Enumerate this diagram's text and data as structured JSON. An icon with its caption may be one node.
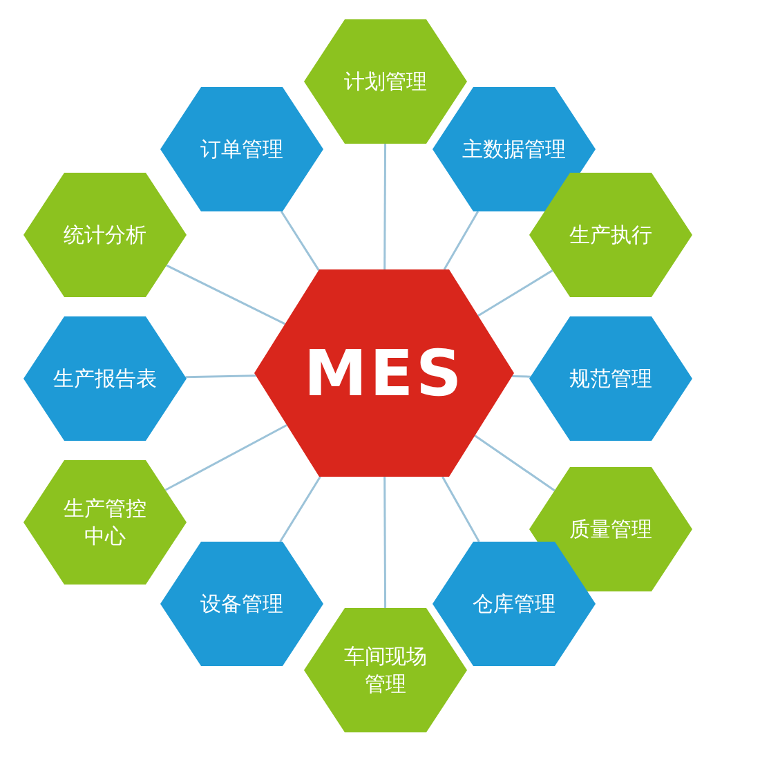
{
  "diagram": {
    "nodes": [
      {
        "text": [
          "MES"
        ]
      },
      {
        "text": [
          "计划管理"
        ]
      },
      {
        "text": [
          "主数据管理"
        ]
      },
      {
        "text": [
          "生产执行"
        ]
      },
      {
        "text": [
          "规范管理"
        ]
      },
      {
        "text": [
          "质量管理"
        ]
      },
      {
        "text": [
          "仓库管理"
        ]
      },
      {
        "text": [
          "车间现场管理"
        ]
      },
      {
        "text": [
          "设备管理"
        ]
      },
      {
        "text": [
          "生产管控中心"
        ]
      },
      {
        "text": [
          "生产报告表"
        ]
      },
      {
        "text": [
          "统计分析"
        ]
      },
      {
        "text": [
          "订单管理"
        ]
      }
    ],
    "edges": [
      {
        "from": 0,
        "to": 1,
        "arrow": "none"
      },
      {
        "from": 0,
        "to": 2,
        "arrow": "none"
      },
      {
        "from": 0,
        "to": 3,
        "arrow": "none"
      },
      {
        "from": 0,
        "to": 4,
        "arrow": "none"
      },
      {
        "from": 0,
        "to": 5,
        "arrow": "none"
      },
      {
        "from": 0,
        "to": 6,
        "arrow": "none"
      },
      {
        "from": 0,
        "to": 7,
        "arrow": "none"
      },
      {
        "from": 0,
        "to": 8,
        "arrow": "none"
      },
      {
        "from": 0,
        "to": 9,
        "arrow": "none"
      },
      {
        "from": 0,
        "to": 10,
        "arrow": "none"
      },
      {
        "from": 0,
        "to": 11,
        "arrow": "none"
      },
      {
        "from": 0,
        "to": 12,
        "arrow": "none"
      }
    ]
  }
}
